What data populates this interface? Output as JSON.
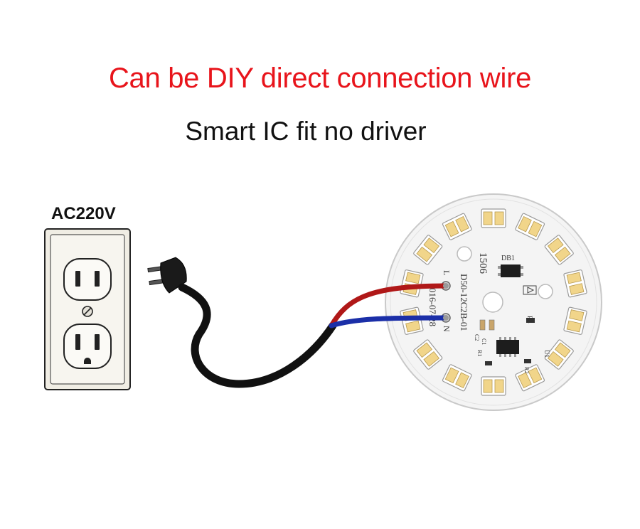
{
  "headline": "Can be DIY direct connection wire",
  "subheadline": "Smart IC fit no driver",
  "outlet": {
    "voltage_label": "AC220V"
  },
  "board": {
    "model_code": "1506",
    "silk_label_main": "D50-12C2B-01",
    "silk_label_date": "016-07-28",
    "pad_live_label": "L",
    "pad_neutral_label": "N",
    "bridge_label": "DB1",
    "resistor_label": "R4",
    "ic_label": "U1",
    "capacitor_labels": [
      "C1",
      "C2"
    ],
    "resistor_labels": [
      "R1",
      "R2"
    ],
    "led_count": 14
  },
  "colors": {
    "headline": "#e8141b",
    "live_wire": "#b01818",
    "neutral_wire": "#1b2fa8",
    "cable": "#111111",
    "board": "#f4f4f4",
    "led_pad": "#f1d58a"
  }
}
